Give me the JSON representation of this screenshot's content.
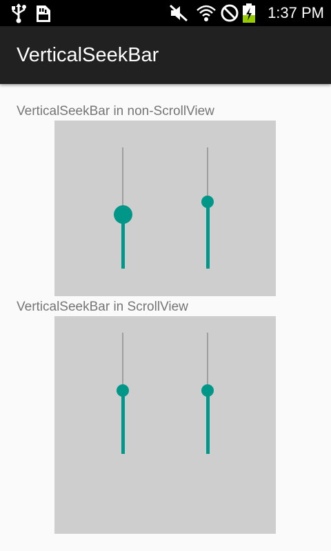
{
  "status_bar": {
    "time": "1:37 PM",
    "icons": [
      "usb-icon",
      "sd-card-icon",
      "mute-icon",
      "wifi-icon",
      "no-signal-icon",
      "battery-charging-icon"
    ]
  },
  "app_bar": {
    "title": "VerticalSeekBar"
  },
  "sections": [
    {
      "label": "VerticalSeekBar in non-ScrollView",
      "seekbars": [
        {
          "progress": 0.45,
          "pressed": true
        },
        {
          "progress": 0.55,
          "pressed": false
        }
      ]
    },
    {
      "label": "VerticalSeekBar in ScrollView",
      "seekbars": [
        {
          "progress": 0.52,
          "pressed": false
        },
        {
          "progress": 0.52,
          "pressed": false
        }
      ]
    }
  ],
  "colors": {
    "accent": "#009688",
    "track": "#9e9e9e",
    "panel": "#cecece",
    "app_bar": "#212121",
    "background": "#fafafa"
  }
}
